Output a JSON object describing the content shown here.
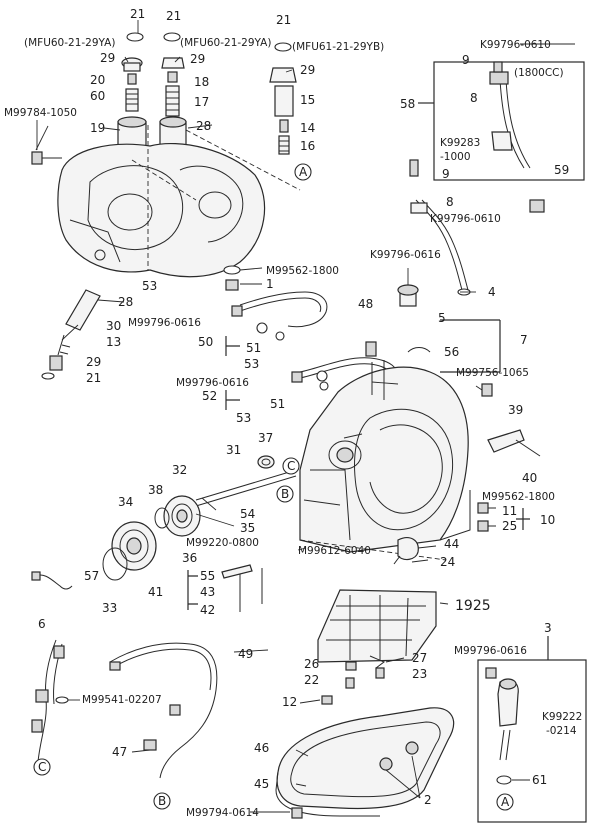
{
  "callouts": {
    "c21a": "21",
    "c21b": "21",
    "c21c": "21",
    "mfu1": "(MFU60-21-29YA)",
    "mfu2": "(MFU60-21-29YA)",
    "mfu3": "(MFU61-21-29YB)",
    "c29a": "29",
    "c29b": "29",
    "c29c": "29",
    "c20": "20",
    "c18": "18",
    "c60": "60",
    "c17": "17",
    "c15": "15",
    "m99784": "M99784-1050",
    "c19": "19",
    "c28a": "28",
    "c14": "14",
    "c16": "16",
    "k99796_0610a": "K99796-0610",
    "c9a": "9",
    "n1800cc": "(1800CC)",
    "c58": "58",
    "c8a": "8",
    "k99283": "K99283",
    "n1000": "-1000",
    "c59": "59",
    "c9b": "9",
    "c8b": "8",
    "k99796_0610b": "K99796-0610",
    "m99562a": "M99562-1800",
    "c1": "1",
    "c53a": "53",
    "k99796_0616a": "K99796-0616",
    "c4": "4",
    "c48": "48",
    "c28b": "28",
    "c30": "30",
    "m99796_0616a": "M99796-0616",
    "c13": "13",
    "c29d": "29",
    "c21d": "21",
    "c50": "50",
    "c51a": "51",
    "c53b": "53",
    "c5": "5",
    "c7": "7",
    "c56": "56",
    "m99796_0616b": "M99796-0616",
    "m99756": "M99756-1065",
    "c52": "52",
    "c51b": "51",
    "c53c": "53",
    "c39": "39",
    "c31": "31",
    "c37": "37",
    "c40": "40",
    "c32": "32",
    "c38": "38",
    "c34": "34",
    "c54": "54",
    "m99562b": "M99562-1800",
    "c11": "11",
    "c25": "25",
    "c10": "10",
    "c35": "35",
    "m99220": "M99220-0800",
    "c36": "36",
    "c44": "44",
    "c24": "24",
    "c57": "57",
    "c33": "33",
    "m99612": "M99612-6040",
    "c55": "55",
    "c41": "41",
    "c43": "43",
    "c42": "42",
    "c1925": "1925",
    "c6": "6",
    "c49": "49",
    "c3": "3",
    "c26": "26",
    "c27": "27",
    "m99796_0616c": "M99796-0616",
    "c22": "22",
    "c23": "23",
    "m99541": "M99541-02207",
    "c12": "12",
    "k99222": "K99222",
    "n0214": "-0214",
    "c47": "47",
    "c46": "46",
    "c45": "45",
    "c61": "61",
    "c2": "2",
    "m99794": "M99794-0614"
  },
  "reference_marks": {
    "a_top": "A",
    "b_mid": "B",
    "c_mid": "C",
    "c_bottom": "C",
    "b_bottom": "B",
    "a_bottom": "A"
  }
}
